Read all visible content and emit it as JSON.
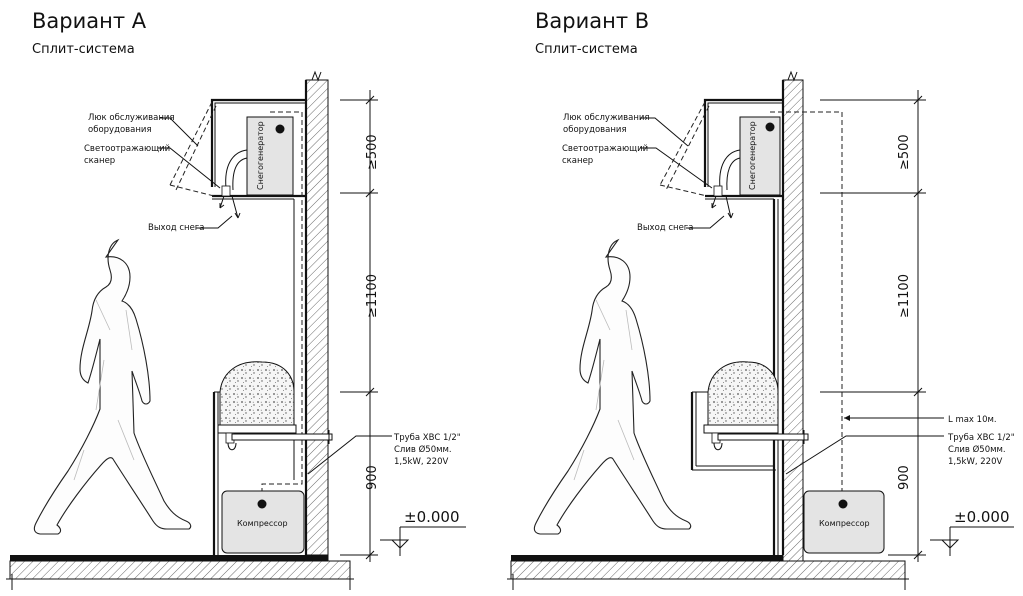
{
  "variant_a": {
    "title": "Вариант A",
    "subtitle": "Сплит-система",
    "labels": {
      "hatch": [
        "Люк обслуживания",
        "оборудования"
      ],
      "scanner": [
        "Светоотражающий",
        "сканер"
      ],
      "snow_exit": "Выход снега",
      "pipe": [
        "Труба ХВС 1/2\"",
        "Слив Ø50мм.",
        "1,5kW, 220V"
      ],
      "generator": "Снегогенератор",
      "compressor": "Компрессор"
    },
    "dimensions": [
      "≥500",
      "≥1100",
      "900"
    ],
    "level": "±0.000"
  },
  "variant_b": {
    "title": "Вариант B",
    "subtitle": "Сплит-система",
    "labels": {
      "hatch": [
        "Люк обслуживания",
        "оборудования"
      ],
      "scanner": [
        "Светоотражающий",
        "сканер"
      ],
      "snow_exit": "Выход снега",
      "pipe": [
        "Труба ХВС 1/2\"",
        "Слив Ø50мм.",
        "1,5kW, 220V"
      ],
      "generator": "Снегогенератор",
      "compressor": "Компрессор",
      "l_max": "L max 10м."
    },
    "dimensions": [
      "≥500",
      "≥1100",
      "900"
    ],
    "level": "±0.000"
  }
}
